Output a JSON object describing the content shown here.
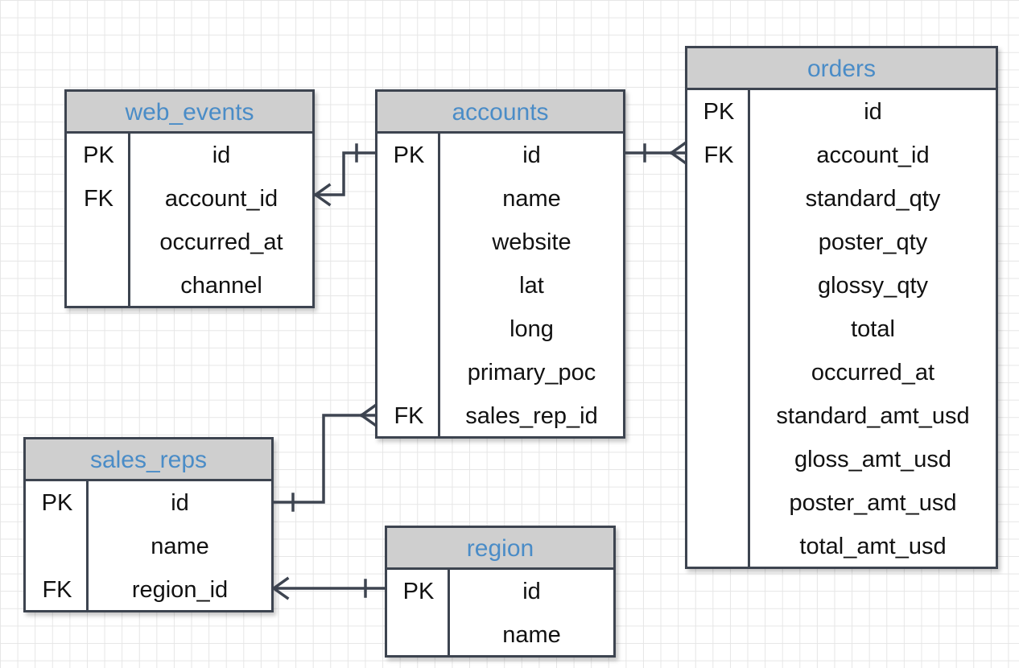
{
  "tables": {
    "web_events": {
      "name": "web_events",
      "rows": [
        {
          "key": "PK",
          "field": "id"
        },
        {
          "key": "FK",
          "field": "account_id"
        },
        {
          "key": "",
          "field": "occurred_at"
        },
        {
          "key": "",
          "field": "channel"
        }
      ]
    },
    "accounts": {
      "name": "accounts",
      "rows": [
        {
          "key": "PK",
          "field": "id"
        },
        {
          "key": "",
          "field": "name"
        },
        {
          "key": "",
          "field": "website"
        },
        {
          "key": "",
          "field": "lat"
        },
        {
          "key": "",
          "field": "long"
        },
        {
          "key": "",
          "field": "primary_poc"
        },
        {
          "key": "FK",
          "field": "sales_rep_id"
        }
      ]
    },
    "orders": {
      "name": "orders",
      "rows": [
        {
          "key": "PK",
          "field": "id"
        },
        {
          "key": "FK",
          "field": "account_id"
        },
        {
          "key": "",
          "field": "standard_qty"
        },
        {
          "key": "",
          "field": "poster_qty"
        },
        {
          "key": "",
          "field": "glossy_qty"
        },
        {
          "key": "",
          "field": "total"
        },
        {
          "key": "",
          "field": "occurred_at"
        },
        {
          "key": "",
          "field": "standard_amt_usd"
        },
        {
          "key": "",
          "field": "gloss_amt_usd"
        },
        {
          "key": "",
          "field": "poster_amt_usd"
        },
        {
          "key": "",
          "field": "total_amt_usd"
        }
      ]
    },
    "sales_reps": {
      "name": "sales_reps",
      "rows": [
        {
          "key": "PK",
          "field": "id"
        },
        {
          "key": "",
          "field": "name"
        },
        {
          "key": "FK",
          "field": "region_id"
        }
      ]
    },
    "region": {
      "name": "region",
      "rows": [
        {
          "key": "PK",
          "field": "id"
        },
        {
          "key": "",
          "field": "name"
        }
      ]
    }
  },
  "colors": {
    "header_text": "#4a8cc7",
    "header_bg": "#cfcfcf",
    "border": "#3d4450",
    "grid": "#e6e6e6"
  }
}
